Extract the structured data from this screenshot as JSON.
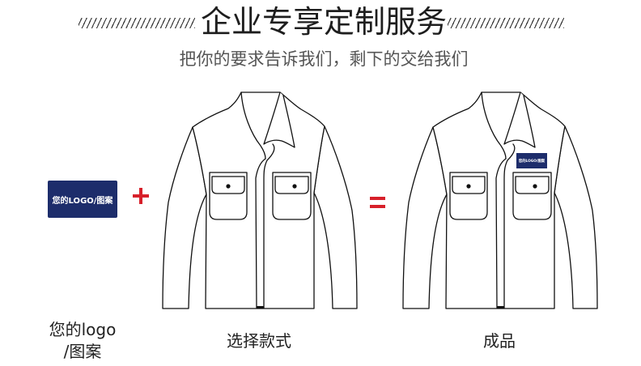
{
  "header": {
    "title": "企业专享定制服务",
    "subtitle": "把你的要求告诉我们，剩下的交给我们"
  },
  "steps": {
    "logo_box_label": "您的LOGO/图案",
    "plus_symbol": "+",
    "equals_symbol": "=",
    "patch_label": "您的LOGO/图案"
  },
  "captions": {
    "logo_line1": "您的logo",
    "logo_line2": "/图案",
    "style": "选择款式",
    "result": "成品"
  },
  "colors": {
    "logo_navy": "#1d2d6b",
    "operator_red": "#d7202a",
    "title_text": "#1e1e1e",
    "subtitle_text": "#555555"
  },
  "icons": {
    "jacket_left": "jacket-outline-icon",
    "jacket_right": "jacket-with-logo-icon"
  }
}
